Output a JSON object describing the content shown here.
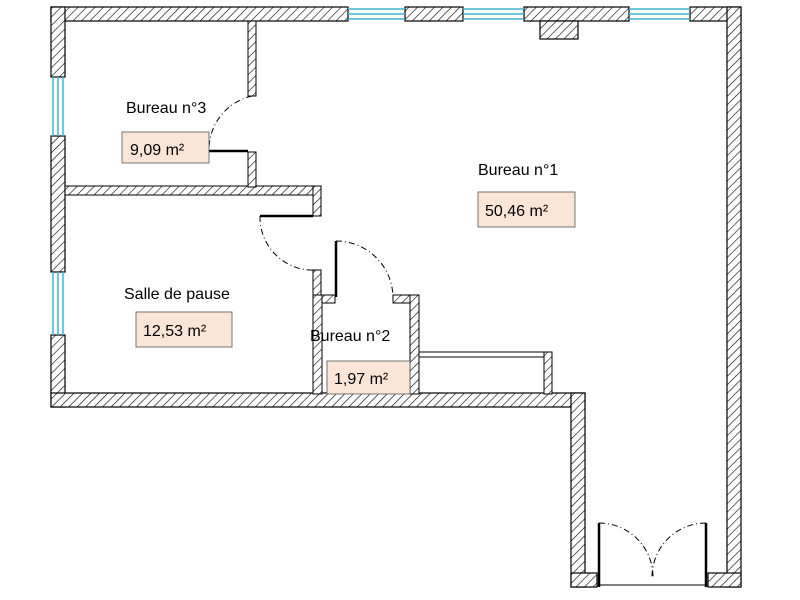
{
  "rooms": [
    {
      "name": "Bureau n°3",
      "area": "9,09 m²"
    },
    {
      "name": "Bureau n°1",
      "area": "50,46 m²"
    },
    {
      "name": "Salle de pause",
      "area": "12,53 m²"
    },
    {
      "name": "Bureau n°2",
      "area": "1,97 m²"
    }
  ],
  "colors": {
    "wall_hatch": "#000000",
    "window": "#3fb4d0",
    "area_box": "#fbe5d6",
    "door_swing": "#000000"
  }
}
